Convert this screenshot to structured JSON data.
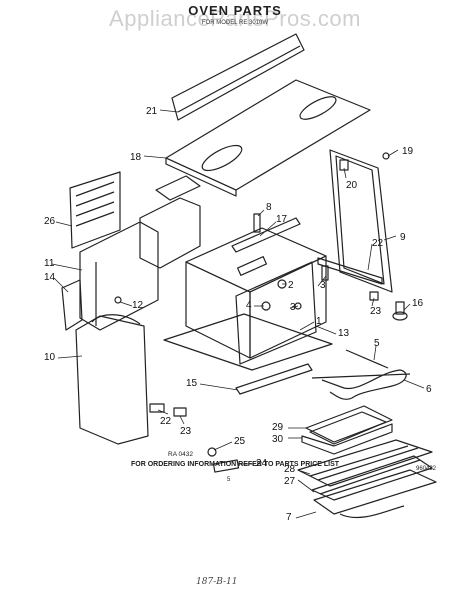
{
  "title": "OVEN PARTS",
  "model_line": "FOR MODEL RE 3010W",
  "watermark": "AppliancePartsPros.com",
  "figure_ref": "RA 0432",
  "footer_note": "FOR ORDERING INFORMATION REFER TO PARTS PRICE LIST",
  "page_number": "5",
  "drawing_code": "960432",
  "handwritten_note": "187-B-11",
  "callouts": [
    "21",
    "18",
    "19",
    "20",
    "9",
    "26",
    "8",
    "17",
    "22",
    "11",
    "14",
    "3",
    "2",
    "4",
    "12",
    "16",
    "23",
    "13",
    "10",
    "15",
    "5",
    "6",
    "3",
    "1",
    "25",
    "24",
    "29",
    "30",
    "28",
    "27",
    "7",
    "23",
    "22"
  ]
}
